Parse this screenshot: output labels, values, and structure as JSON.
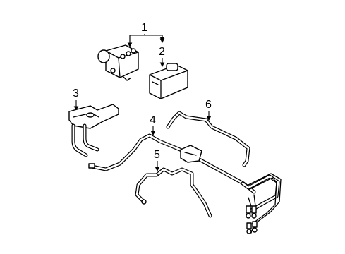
{
  "callouts": [
    {
      "id": "callout-1",
      "text": "1"
    },
    {
      "id": "callout-2",
      "text": "2"
    },
    {
      "id": "callout-3",
      "text": "3"
    },
    {
      "id": "callout-4",
      "text": "4"
    },
    {
      "id": "callout-5",
      "text": "5"
    },
    {
      "id": "callout-6",
      "text": "6"
    }
  ],
  "parts": [
    {
      "callout": "1",
      "name": "abs-hydraulic-unit"
    },
    {
      "callout": "2",
      "name": "abs-control-module"
    },
    {
      "callout": "3",
      "name": "mounting-bracket"
    },
    {
      "callout": "4",
      "name": "brake-line-assembly"
    },
    {
      "callout": "5",
      "name": "brake-line-front"
    },
    {
      "callout": "6",
      "name": "brake-line-upper"
    }
  ]
}
